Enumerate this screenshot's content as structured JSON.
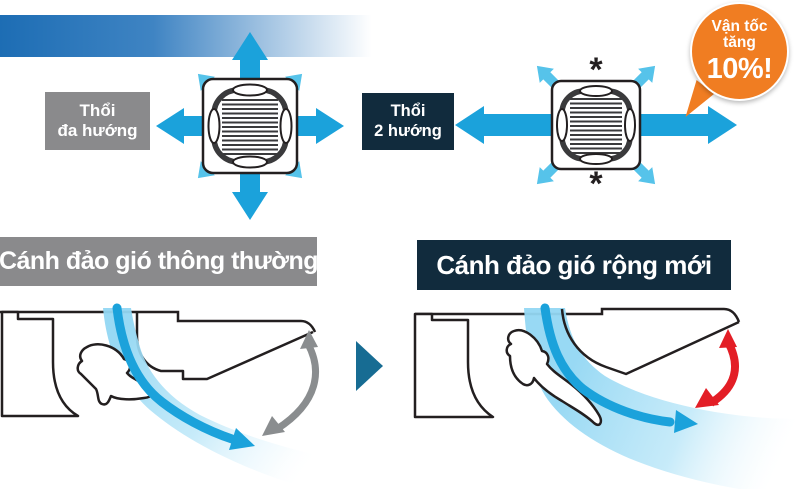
{
  "top_section": {
    "multi_direction_label": {
      "line1": "Thổi",
      "line2": "đa hướng"
    },
    "two_direction_label": {
      "line1": "Thổi",
      "line2": "2 hướng"
    },
    "asterisk": "*",
    "speed_bubble": {
      "line1": "Vận tốc",
      "line2": "tăng",
      "line3": "10%!"
    }
  },
  "bottom_section": {
    "left_header": "Cánh đảo gió thông thường",
    "right_header": "Cánh đảo gió rộng mới"
  },
  "colors": {
    "arrow_blue": "#1ba2db",
    "arrow_blue_light": "#56c3ea",
    "bar_blue": "#1d6db4",
    "gray": "#8a8a8c",
    "navy": "#112b3d",
    "orange": "#f07d22",
    "red": "#e31e26",
    "swing_gray": "#8a8d8f",
    "separator_teal": "#176c93",
    "outline": "#231f20",
    "band_blue": "#93d7f3"
  }
}
